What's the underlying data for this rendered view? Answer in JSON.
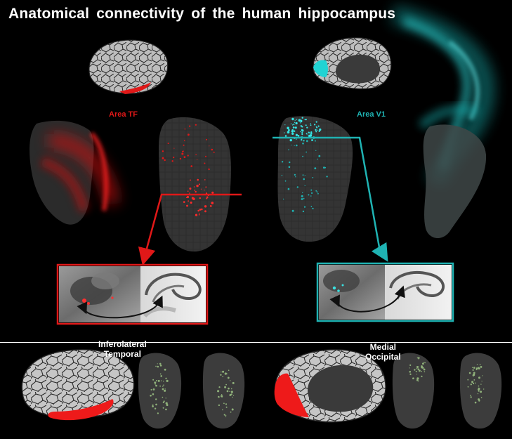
{
  "title": "Anatomical  connectivity  of the human  hippocampus",
  "labels": {
    "area_tf": "Area TF",
    "area_v1": "Area V1",
    "inferolateral_line1": "Inferolateral",
    "inferolateral_line2": "Temporal",
    "medial_line1": "Medial",
    "medial_line2": "Occipital"
  },
  "colors": {
    "background": "#000000",
    "tf_red": "#e01818",
    "v1_cyan": "#1fb3b3",
    "roi_red": "#ee1a1a",
    "green_points": "#8fb07a",
    "cortex_gray": "#c8c8c8",
    "hippocampus_gray": "#3a3a3a"
  },
  "icons": [
    "lateral-brain-icon",
    "medial-brain-icon",
    "hippocampus-render",
    "arrow-icon"
  ]
}
